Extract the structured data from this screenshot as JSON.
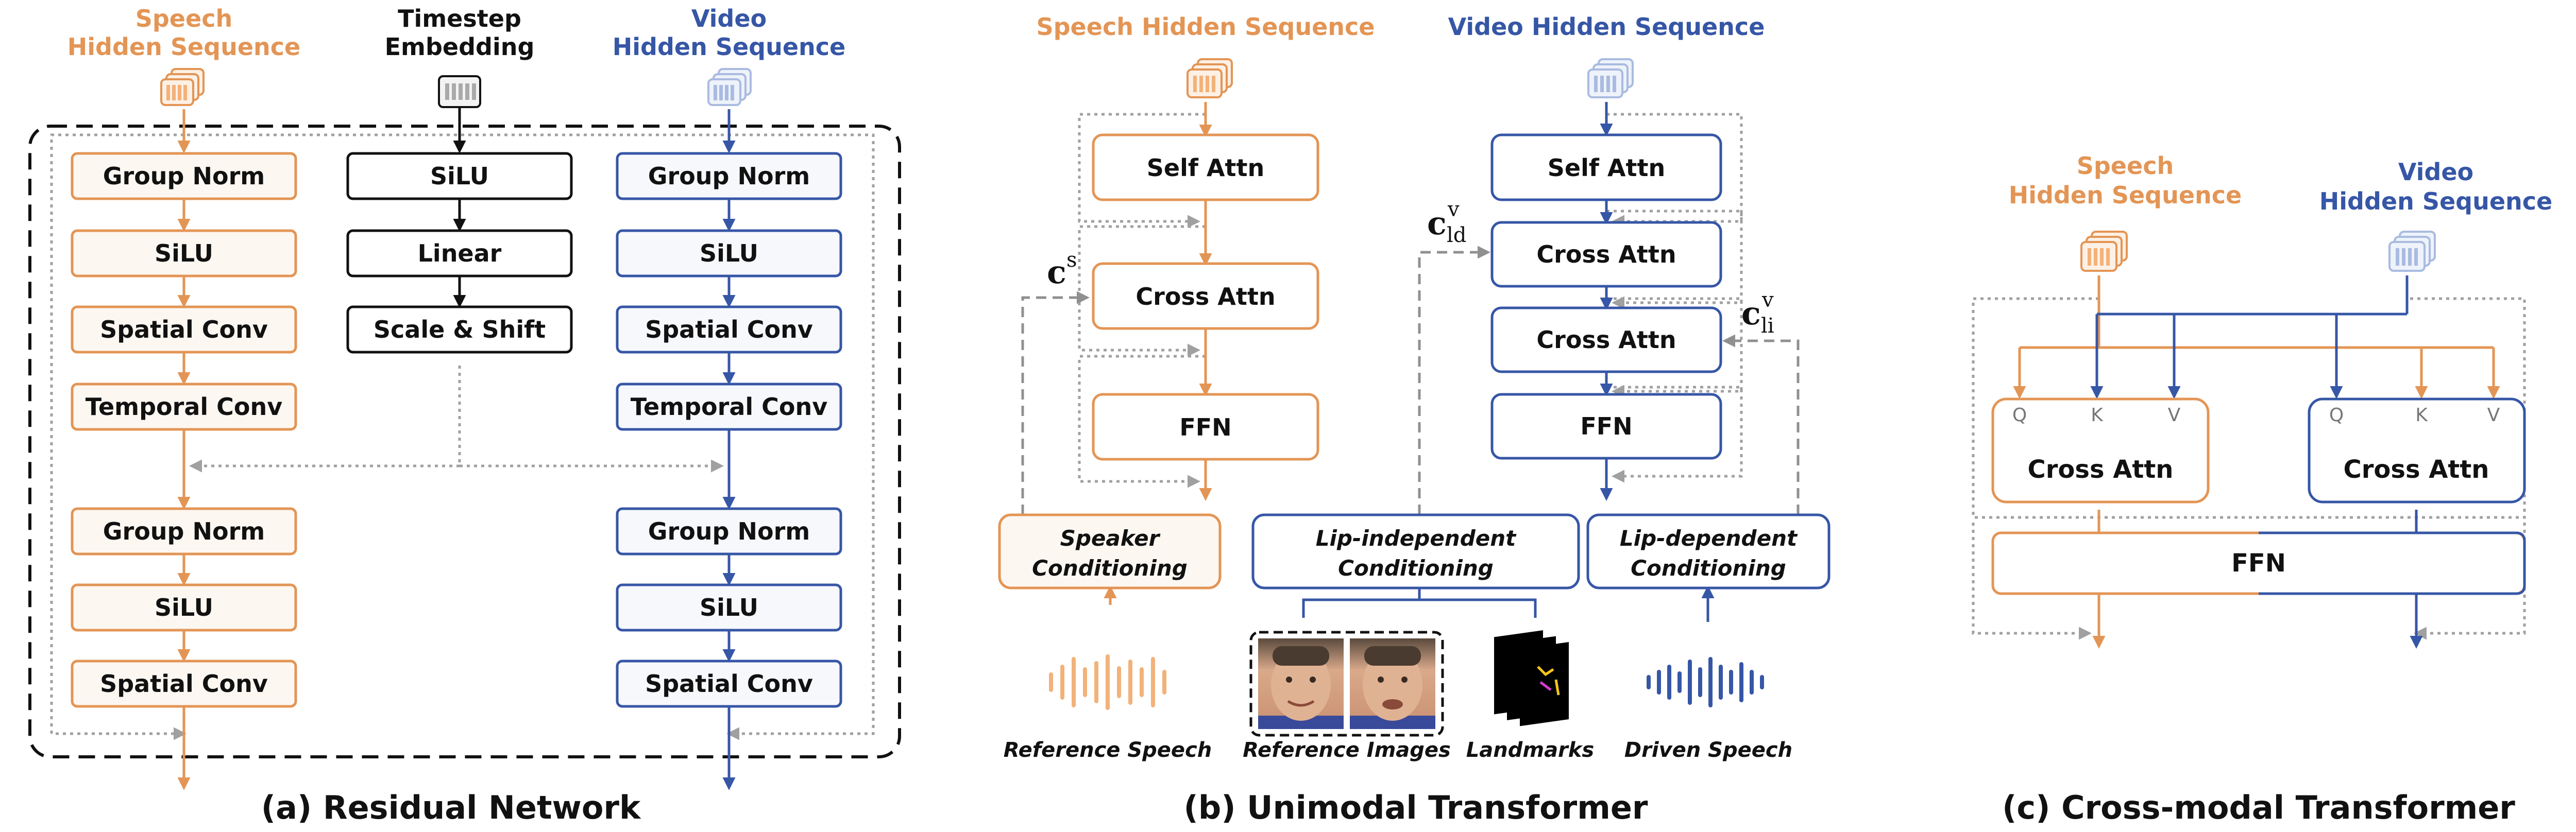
{
  "colors": {
    "speech": "#e39555",
    "speech_fill": "#fdf7f1",
    "video": "#3656a6",
    "video_fill": "#f6f8fc",
    "black": "#111111",
    "dotted": "#a0a0a0",
    "dashed": "#909090"
  },
  "residual": {
    "speech_label_1": "Speech",
    "speech_label_2": "Hidden Sequence",
    "timestep_label_1": "Timestep",
    "timestep_label_2": "Embedding",
    "video_label_1": "Video",
    "video_label_2": "Hidden Sequence",
    "speech_blocks": [
      "Group Norm",
      "SiLU",
      "Spatial Conv",
      "Temporal Conv",
      "Group Norm",
      "SiLU",
      "Spatial Conv"
    ],
    "time_blocks": [
      "SiLU",
      "Linear",
      "Scale & Shift"
    ],
    "video_blocks": [
      "Group Norm",
      "SiLU",
      "Spatial Conv",
      "Temporal Conv",
      "Group Norm",
      "SiLU",
      "Spatial Conv"
    ],
    "caption": "(a) Residual Network"
  },
  "unimodal": {
    "speech_title": "Speech Hidden Sequence",
    "video_title": "Video Hidden Sequence",
    "speech_blocks": [
      "Self Attn",
      "Cross Attn",
      "FFN"
    ],
    "video_blocks": [
      "Self Attn",
      "Cross Attn",
      "Cross Attn",
      "FFN"
    ],
    "cond_speaker_1": "Speaker",
    "cond_speaker_2": "Conditioning",
    "cond_lipindep_1": "Lip-independent",
    "cond_lipindep_2": "Conditioning",
    "cond_lipdep_1": "Lip-dependent",
    "cond_lipdep_2": "Conditioning",
    "sym_cs_base": "c",
    "sym_cs_sup": "s",
    "sym_cld_base": "c",
    "sym_cld_sup": "v",
    "sym_cld_sub": "ld",
    "sym_cli_base": "c",
    "sym_cli_sup": "v",
    "sym_cli_sub": "li",
    "label_ref_speech": "Reference Speech",
    "label_ref_images": "Reference Images",
    "label_landmarks": "Landmarks",
    "label_driven_speech": "Driven Speech",
    "caption": "(b) Unimodal Transformer"
  },
  "crossmodal": {
    "speech_label_1": "Speech",
    "speech_label_2": "Hidden Sequence",
    "video_label_1": "Video",
    "video_label_2": "Hidden Sequence",
    "q": "Q",
    "k": "K",
    "v": "V",
    "cross_attn": "Cross Attn",
    "ffn": "FFN",
    "caption": "(c) Cross-modal Transformer"
  }
}
